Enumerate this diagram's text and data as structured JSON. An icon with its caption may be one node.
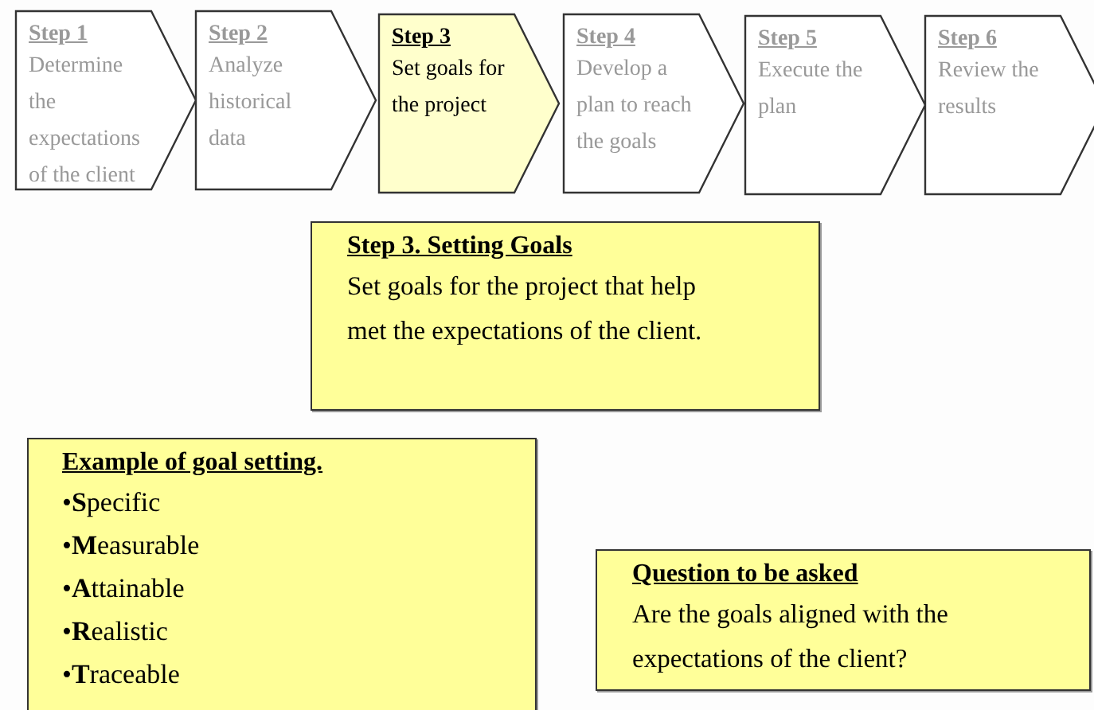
{
  "diagram": {
    "nodes": [
      {
        "text": [
          "Step 1",
          "Determine the expectations of the client"
        ]
      },
      {
        "text": [
          "Step 2",
          "Analyze historical data"
        ]
      },
      {
        "text": [
          "Step 3",
          "Set goals for the project"
        ]
      },
      {
        "text": [
          "Step 4",
          "Develop a plan to reach the goals"
        ]
      },
      {
        "text": [
          "Step 5",
          "Execute the plan"
        ]
      },
      {
        "text": [
          "Step 6",
          "Review the results"
        ]
      },
      {
        "text": [
          "Step 3. Setting Goals",
          "Set goals for the project that help met the expectations of the client."
        ]
      },
      {
        "text": [
          "Example of goal setting.",
          "•**S**pecific",
          "•**M**easurable",
          "•**A**ttainable",
          "•**R**ealistic",
          "•**T**raceable"
        ]
      },
      {
        "text": [
          "Question to be asked",
          "Are the goals aligned with the expectations of the client?"
        ]
      }
    ],
    "edges": []
  }
}
